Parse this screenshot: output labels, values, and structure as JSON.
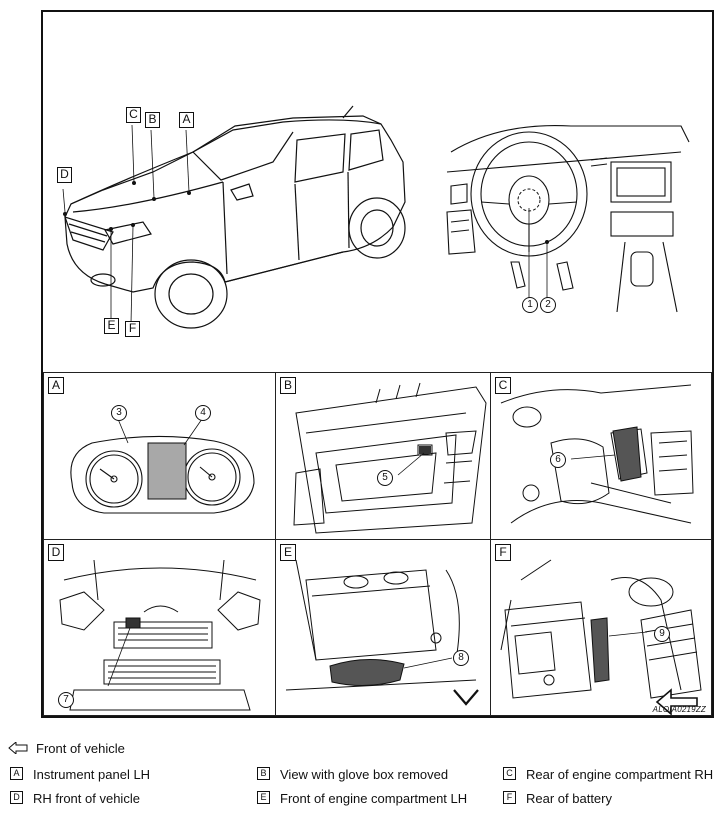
{
  "figure_code": "ALOIA0219ZZ",
  "overview_labels": {
    "A": "A",
    "B": "B",
    "C": "C",
    "D": "D",
    "E": "E",
    "F": "F"
  },
  "callouts": [
    "1",
    "2",
    "3",
    "4",
    "5",
    "6",
    "7",
    "8",
    "9"
  ],
  "panels": [
    {
      "letter": "A"
    },
    {
      "letter": "B"
    },
    {
      "letter": "C"
    },
    {
      "letter": "D"
    },
    {
      "letter": "E"
    },
    {
      "letter": "F"
    }
  ],
  "legend": {
    "front_of_vehicle": "Front of vehicle",
    "items": [
      {
        "key": "A",
        "text": "Instrument panel LH"
      },
      {
        "key": "B",
        "text": "View with glove box removed"
      },
      {
        "key": "C",
        "text": "Rear of engine compartment RH"
      },
      {
        "key": "D",
        "text": "RH front of vehicle"
      },
      {
        "key": "E",
        "text": "Front of engine compartment LH"
      },
      {
        "key": "F",
        "text": "Rear of battery"
      }
    ]
  }
}
